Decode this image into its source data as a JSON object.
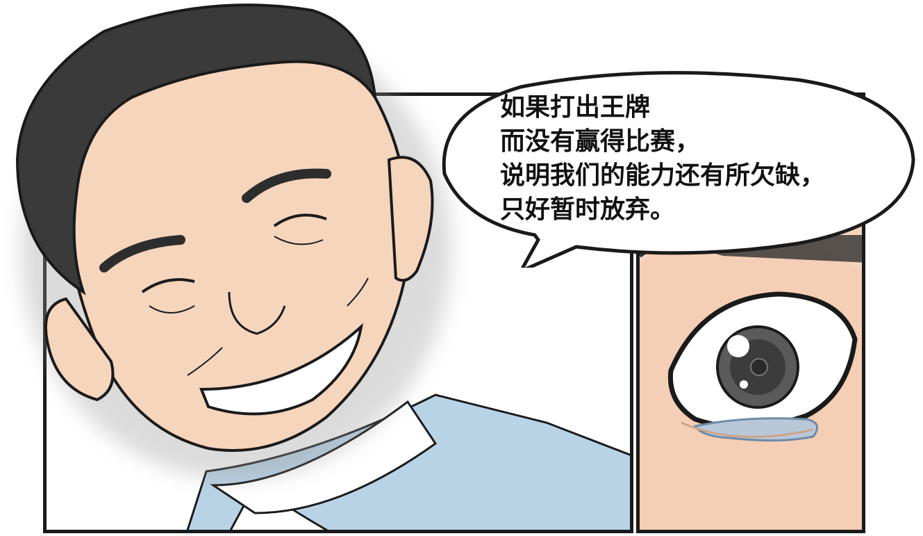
{
  "speech_bubble": {
    "lines": [
      "如果打出王牌",
      "而没有赢得比赛，",
      "说明我们的能力还有所欠缺，",
      "只好暂时放弃。"
    ]
  },
  "colors": {
    "skin": "#f6d5bd",
    "hair": "#3a3a3a",
    "suit": "#b9d3e6",
    "ink": "#1a1a1a"
  }
}
